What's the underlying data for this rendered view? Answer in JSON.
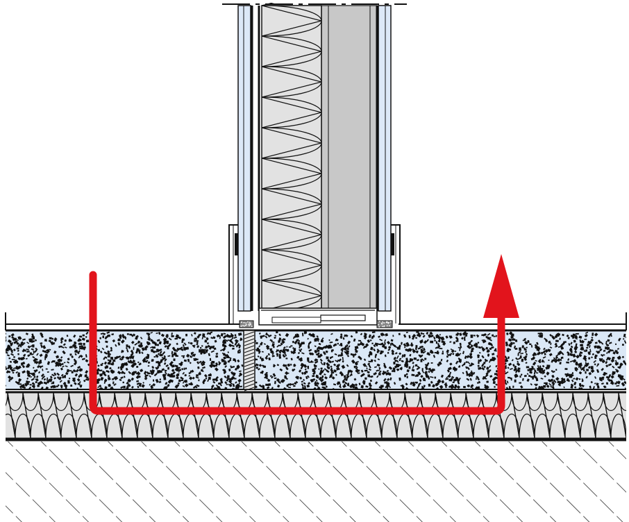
{
  "diagram": {
    "kind": "construction-section-detail",
    "subject": "partition-wall-on-floating-screed",
    "colors": {
      "background": "#ffffff",
      "line": "#111111",
      "screed_tint": "#dbe8f6",
      "insulation_fill": "#e2e2e2",
      "stud_fill": "#c8c8c8",
      "board_fill": "#dce8f7",
      "arrow": "#e2141c"
    },
    "icons": {
      "flow_arrow": "sound-flanking-path-arrow"
    }
  }
}
